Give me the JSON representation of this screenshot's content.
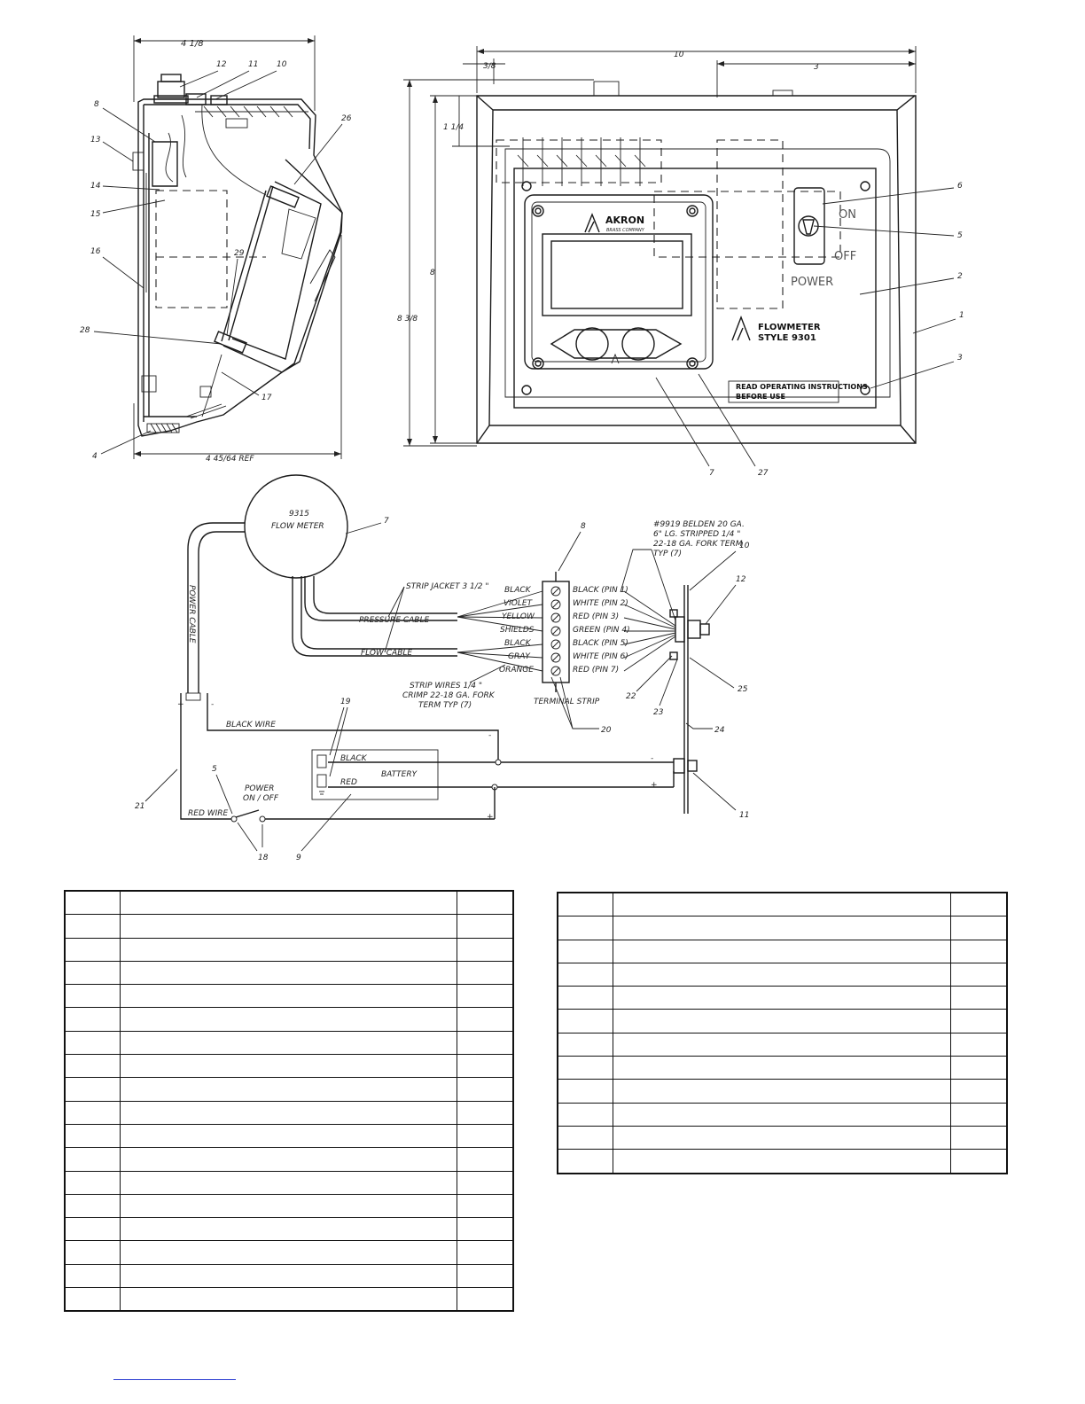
{
  "side_view": {
    "dim_top": "4 1/8",
    "dim_bottom": "4 45/64 REF",
    "callouts": [
      "12",
      "11",
      "10",
      "8",
      "13",
      "14",
      "15",
      "16",
      "26",
      "29",
      "28",
      "17",
      "4"
    ]
  },
  "front_view": {
    "dim_width": "10",
    "dim_offset": "3/8",
    "dim_right": "3",
    "dim_top_offset": "1 1/4",
    "dim_height_inner": "8",
    "dim_height_outer": "8 3/8",
    "logo_brand": "AKRON",
    "logo_sub": "BRASS COMPANY",
    "switch_on": "ON",
    "switch_off": "OFF",
    "switch_label": "POWER",
    "product_line1": "FLOWMETER",
    "product_line2": "STYLE 9301",
    "notice_line1": "READ OPERATING INSTRUCTIONS",
    "notice_line2": "BEFORE USE",
    "callouts": [
      "6",
      "5",
      "2",
      "1",
      "3",
      "7",
      "27"
    ]
  },
  "wiring": {
    "meter_line1": "9315",
    "meter_line2": "FLOW METER",
    "power_cable": "POWER CABLE",
    "plus": "+",
    "minus": "-",
    "black_wire": "BLACK WIRE",
    "red_wire": "RED WIRE",
    "power_switch_line1": "POWER",
    "power_switch_line2": "ON / OFF",
    "battery": "BATTERY",
    "battery_black": "BLACK",
    "battery_red": "RED",
    "strip_jacket": "STRIP JACKET 3  1/2 \"",
    "pressure_cable": "PRESSURE CABLE",
    "flow_cable": "FLOW  CABLE",
    "strip_wires_1": "STRIP WIRES  1/4 \"",
    "strip_wires_2": "CRIMP 22-18 GA. FORK",
    "strip_wires_3": "TERM TYP (7)",
    "terminal_strip": "TERMINAL STRIP",
    "belden_1": "#9919 BELDEN 20 GA.",
    "belden_2": "6\" LG. STRIPPED  1/4 \"",
    "belden_3": "22-18 GA. FORK TERM",
    "belden_4": "TYP (7)",
    "left_wires": [
      "BLACK",
      "VIOLET",
      "YELLOW",
      "SHIELDS",
      "BLACK",
      "GRAY",
      "ORANGE"
    ],
    "right_wires": [
      "BLACK (PIN 1)",
      "WHITE (PIN 2)",
      "RED (PIN 3)",
      "GREEN (PIN 4)",
      "BLACK (PIN 5)",
      "WHITE (PIN 6)",
      "RED (PIN 7)"
    ],
    "callouts": {
      "c7": "7",
      "c8": "8",
      "c10": "10",
      "c12": "12",
      "c22": "22",
      "c23": "23",
      "c25": "25",
      "c24": "24",
      "c20": "20",
      "c19": "19",
      "c11": "11",
      "c21": "21",
      "c5": "5",
      "c18": "18",
      "c9": "9"
    }
  },
  "parts_table_left": {
    "rows": 18
  },
  "parts_table_right": {
    "rows": 12
  }
}
